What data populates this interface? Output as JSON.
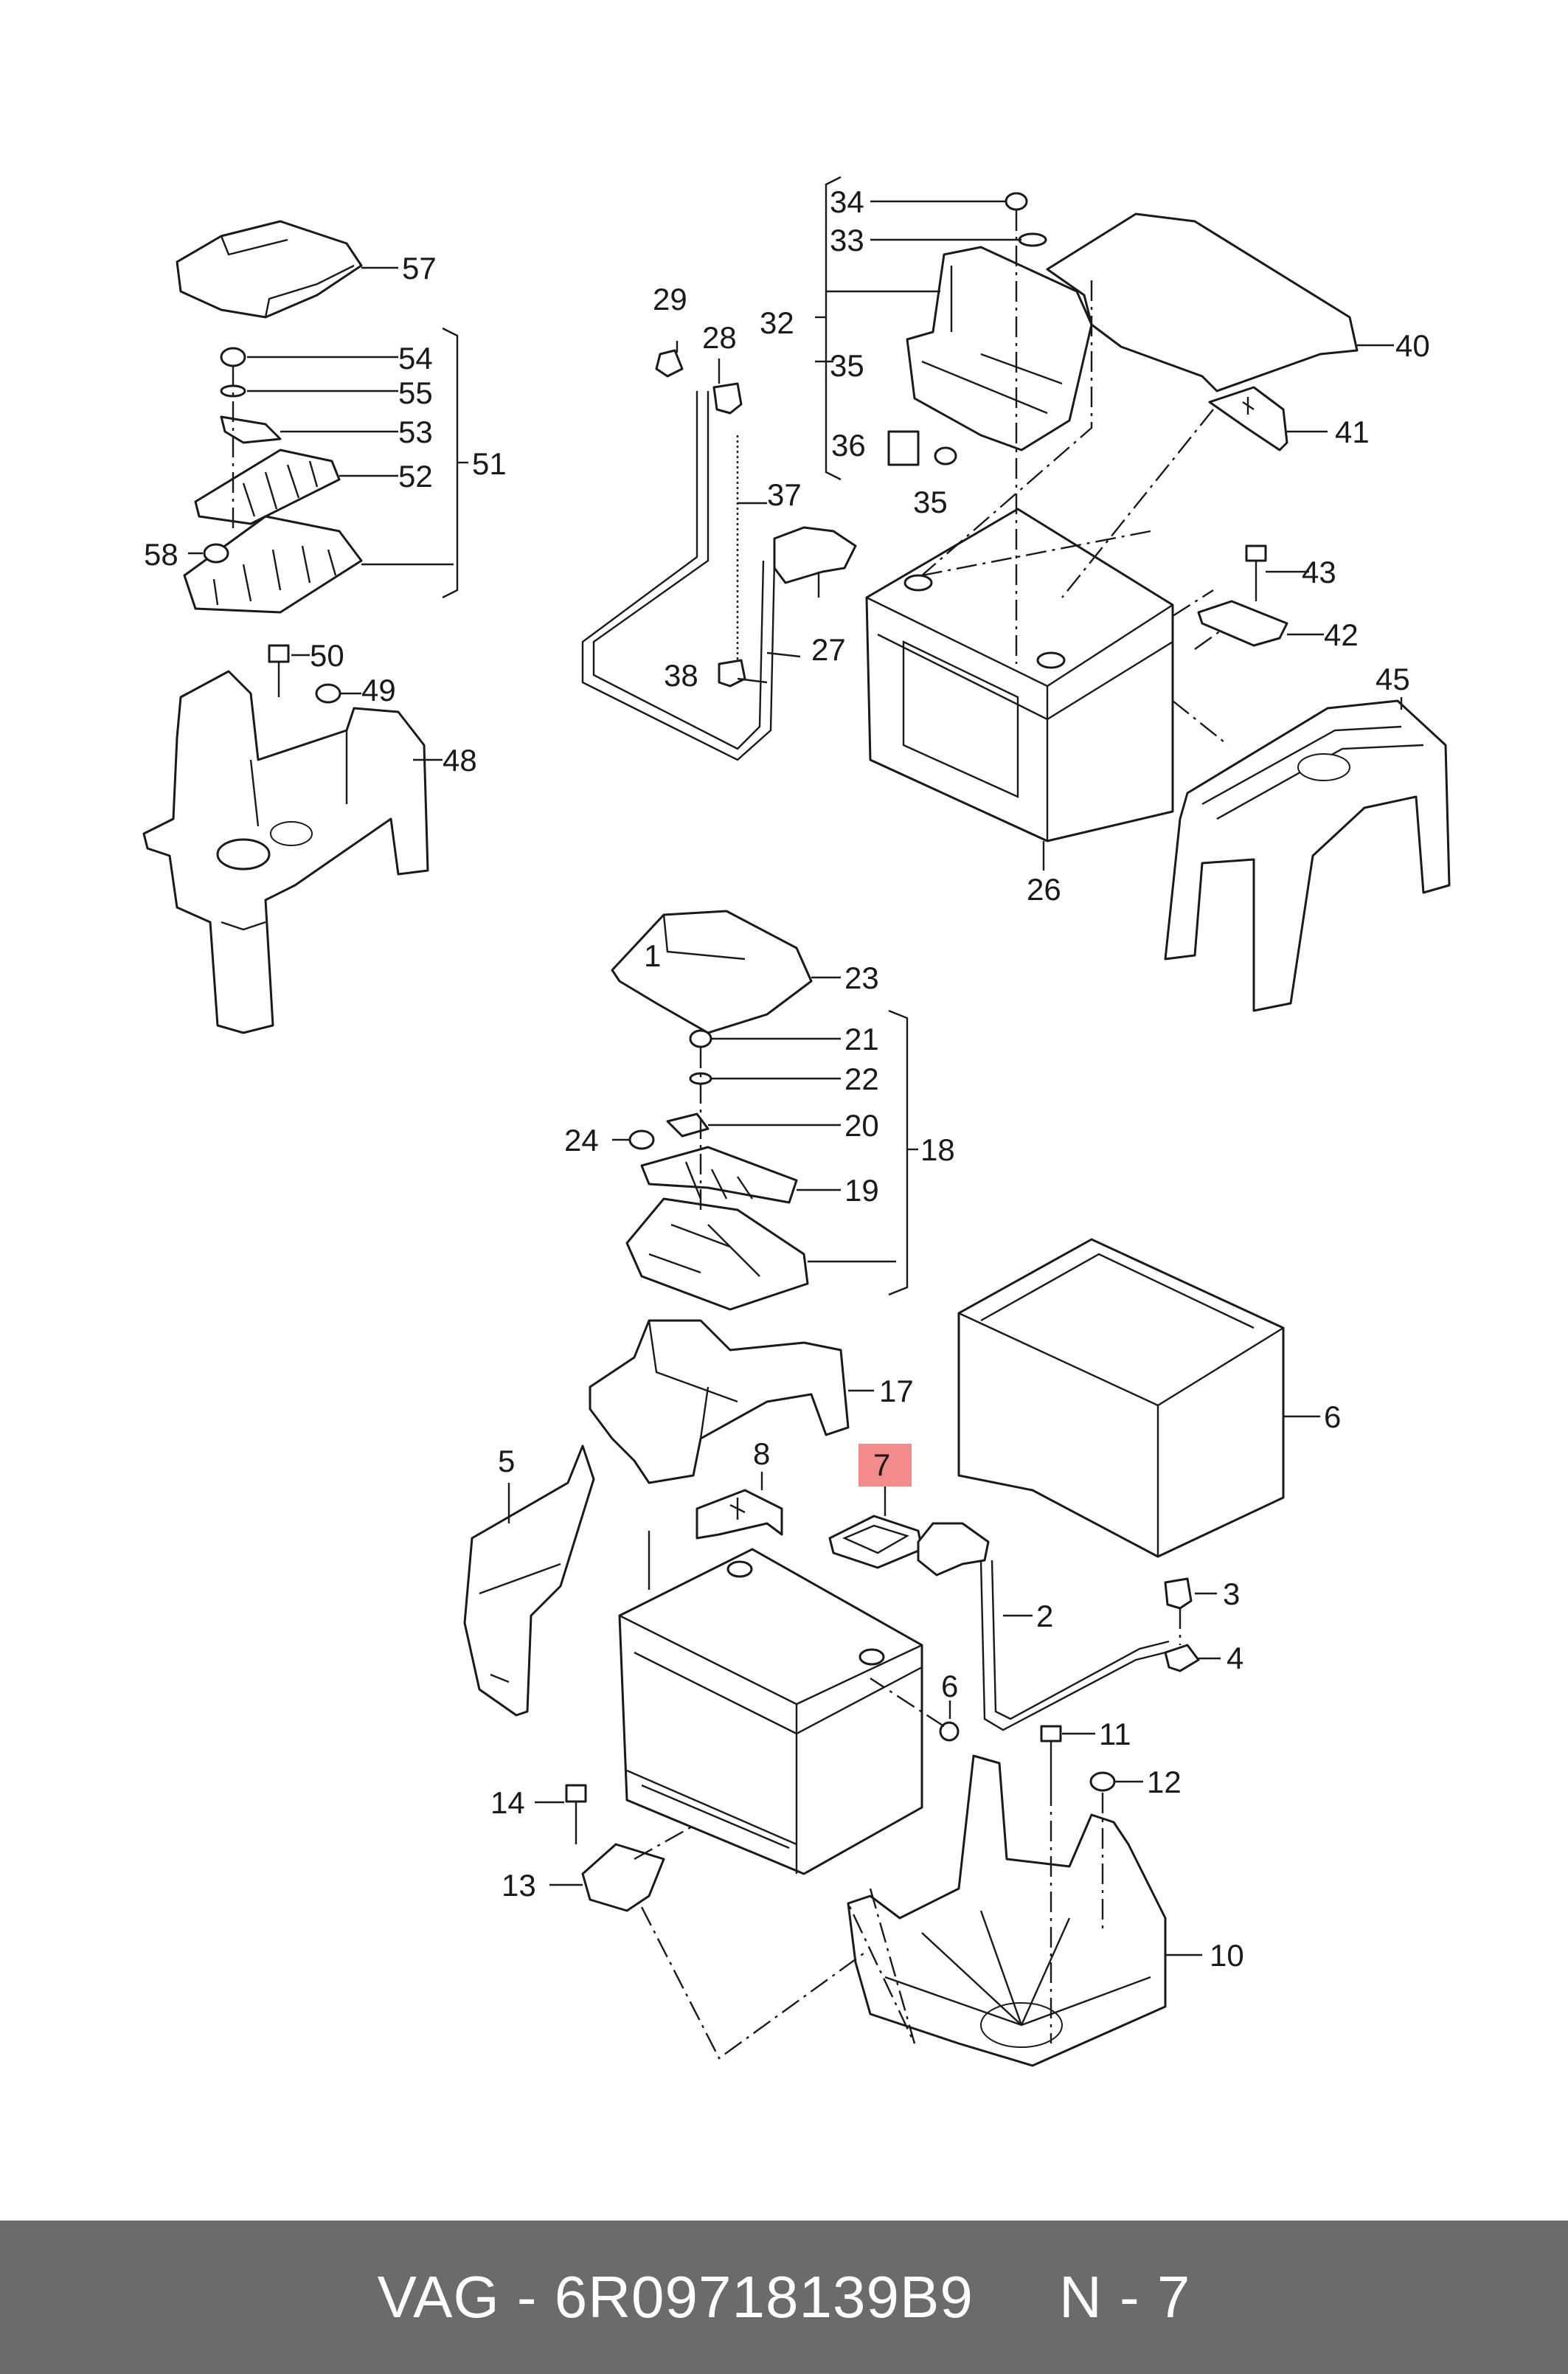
{
  "footer": {
    "text": "VAG - 6R09718139B9     N - 7"
  },
  "highlight_color": "#f28b8b",
  "highlighted_part": "7",
  "callouts": {
    "c1": "1",
    "c2": "2",
    "c3": "3",
    "c4": "4",
    "c5": "5",
    "c6": "6",
    "c6b": "6",
    "c7": "7",
    "c8": "8",
    "c10": "10",
    "c11": "11",
    "c12": "12",
    "c13": "13",
    "c14": "14",
    "c17": "17",
    "c18": "18",
    "c19": "19",
    "c20": "20",
    "c21": "21",
    "c22": "22",
    "c23": "23",
    "c24": "24",
    "c26": "26",
    "c27": "27",
    "c28": "28",
    "c29": "29",
    "c32": "32",
    "c33": "33",
    "c34": "34",
    "c35": "35",
    "c35b": "35",
    "c36": "36",
    "c37": "37",
    "c38": "38",
    "c40": "40",
    "c41": "41",
    "c42": "42",
    "c43": "43",
    "c45": "45",
    "c48": "48",
    "c49": "49",
    "c50": "50",
    "c51": "51",
    "c52": "52",
    "c53": "53",
    "c54": "54",
    "c55": "55",
    "c57": "57",
    "c58": "58"
  }
}
